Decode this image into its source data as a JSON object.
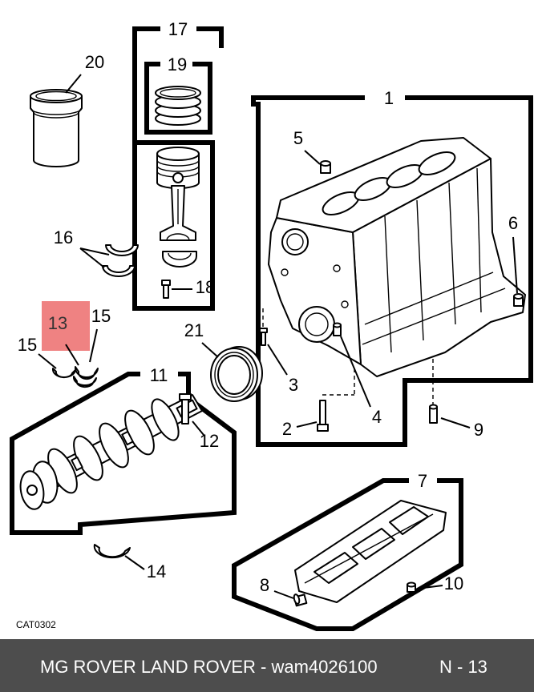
{
  "diagram": {
    "code": "CAT0302"
  },
  "callouts": {
    "part_1": "1",
    "part_2": "2",
    "part_3": "3",
    "part_4": "4",
    "part_5": "5",
    "part_6": "6",
    "part_7": "7",
    "part_8": "8",
    "part_9": "9",
    "part_10": "10",
    "part_11": "11",
    "part_12": "12",
    "part_13": "13",
    "part_14": "14",
    "part_15_right": "15",
    "part_15_left": "15",
    "part_16": "16",
    "part_17": "17",
    "part_18": "18",
    "part_19": "19",
    "part_20": "20",
    "part_21": "21"
  },
  "highlight": {
    "color": "#ef8282"
  },
  "footer": {
    "title": "MG ROVER LAND ROVER - wam4026100",
    "page_ref": "N - 13"
  },
  "colors": {
    "footer_background": "#4d4d4d",
    "footer_text": "#ffffff",
    "line": "#000000"
  }
}
